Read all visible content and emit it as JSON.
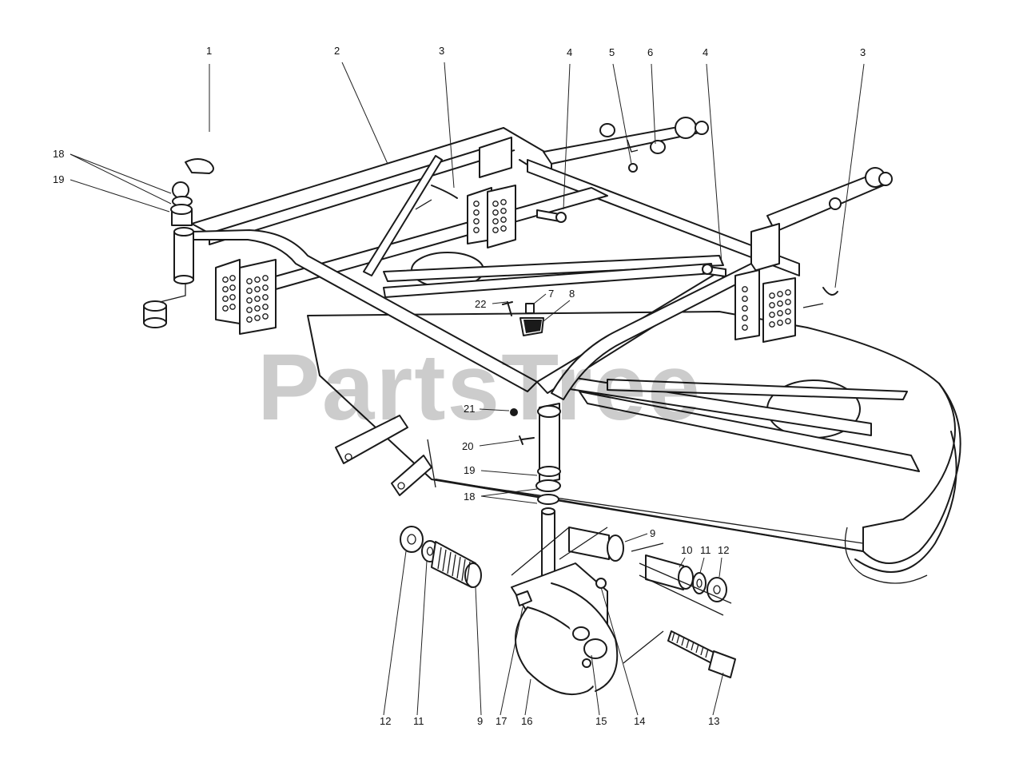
{
  "watermark": "PartsTree",
  "callouts": [
    {
      "id": "c1",
      "text": "1"
    },
    {
      "id": "c2",
      "text": "2"
    },
    {
      "id": "c3a",
      "text": "3"
    },
    {
      "id": "c4a",
      "text": "4"
    },
    {
      "id": "c5",
      "text": "5"
    },
    {
      "id": "c6",
      "text": "6"
    },
    {
      "id": "c4b",
      "text": "4"
    },
    {
      "id": "c3b",
      "text": "3"
    },
    {
      "id": "c18a",
      "text": "18"
    },
    {
      "id": "c19a",
      "text": "19"
    },
    {
      "id": "c22",
      "text": "22"
    },
    {
      "id": "c7",
      "text": "7"
    },
    {
      "id": "c8",
      "text": "8"
    },
    {
      "id": "c21",
      "text": "21"
    },
    {
      "id": "c20",
      "text": "20"
    },
    {
      "id": "c19b",
      "text": "19"
    },
    {
      "id": "c18b",
      "text": "18"
    },
    {
      "id": "c9a",
      "text": "9"
    },
    {
      "id": "c10",
      "text": "10"
    },
    {
      "id": "c11a",
      "text": "11"
    },
    {
      "id": "c12a",
      "text": "12"
    },
    {
      "id": "c12b",
      "text": "12"
    },
    {
      "id": "c11b",
      "text": "11"
    },
    {
      "id": "c9b",
      "text": "9"
    },
    {
      "id": "c17",
      "text": "17"
    },
    {
      "id": "c16",
      "text": "16"
    },
    {
      "id": "c15",
      "text": "15"
    },
    {
      "id": "c14",
      "text": "14"
    },
    {
      "id": "c13",
      "text": "13"
    }
  ]
}
